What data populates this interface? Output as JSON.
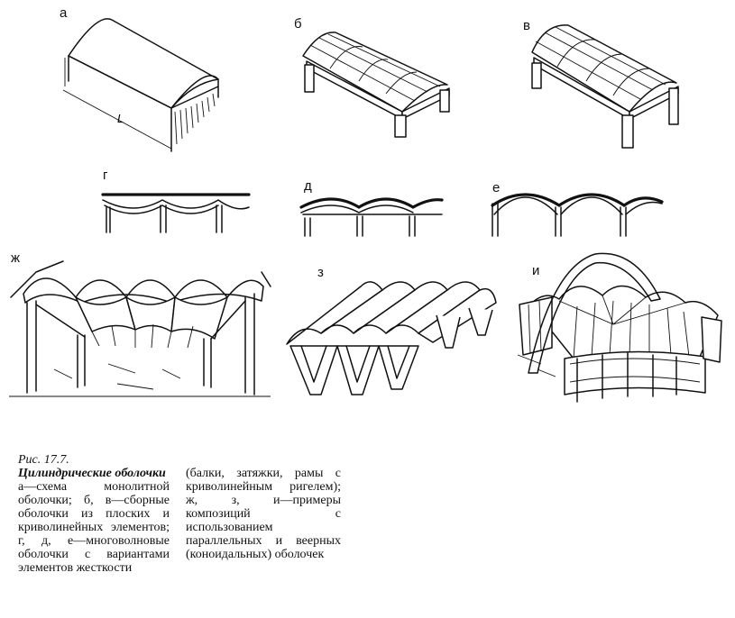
{
  "figure": {
    "letters": {
      "a": "а",
      "b": "б",
      "v": "в",
      "g": "г",
      "d": "д",
      "e": "е",
      "zh": "ж",
      "z": "з",
      "i": "и"
    },
    "dimension_label": "L"
  },
  "caption": {
    "title": "Рис. 17.7.",
    "subtitle": "Цилиндрические оболочки",
    "body_left": "а—схема монолитной оболочки; б, в—сборные оболочки из плоских и криволинейных элементов; г, д, е—многоволновые оболочки с вариантами элементов жесткости",
    "body_right": "(балки, затяжки, рамы с криволинейным ригелем); ж, з, и—примеры композиций с использованием параллельных и веерных (коноидальных) оболочек"
  }
}
